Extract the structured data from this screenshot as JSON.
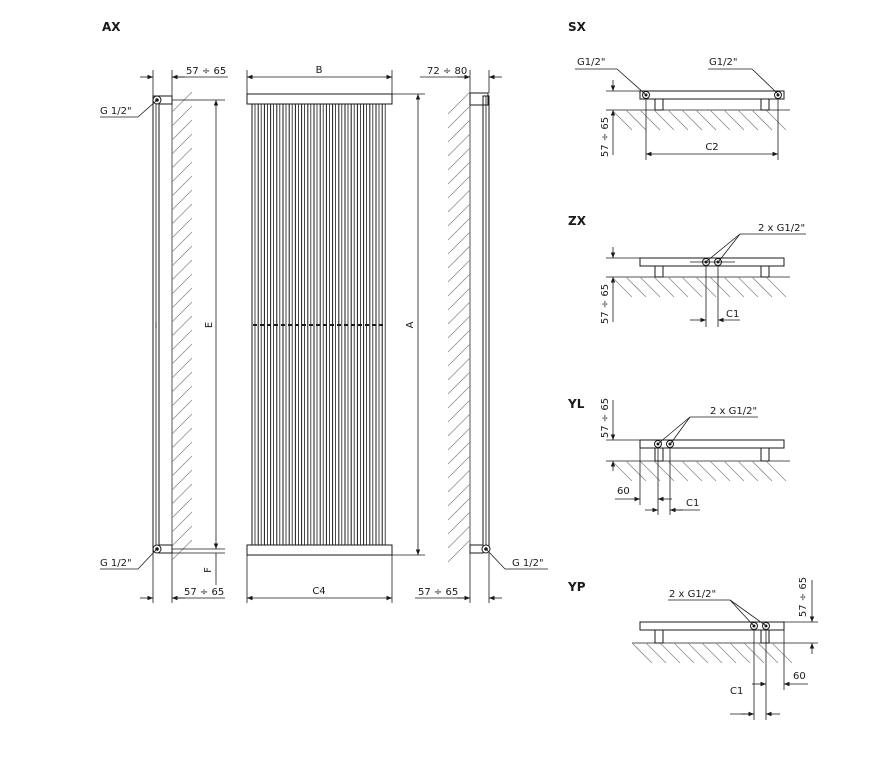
{
  "views": {
    "ax": {
      "title": "AX",
      "g_top": "G 1/2\"",
      "g_bottom_left": "G 1/2\"",
      "g_bottom_right": "G 1/2\"",
      "dim_top_left": "57 ÷ 65",
      "dim_bottom_left": "57 ÷ 65",
      "dim_top_right": "72 ÷ 80",
      "dim_bottom_right": "57 ÷ 65",
      "dim_b": "B",
      "dim_c4": "C4",
      "dim_e": "E",
      "dim_a": "A",
      "dim_f": "F"
    },
    "sx": {
      "title": "SX",
      "g_left": "G1/2\"",
      "g_right": "G1/2\"",
      "dim_depth": "57 ÷ 65",
      "dim_c": "C2"
    },
    "zx": {
      "title": "ZX",
      "g": "2 x G1/2\"",
      "dim_depth": "57 ÷ 65",
      "dim_c": "C1"
    },
    "yl": {
      "title": "YL",
      "g": "2 x G1/2\"",
      "dim_depth": "57 ÷ 65",
      "dim_offset": "60",
      "dim_c": "C1"
    },
    "yp": {
      "title": "YP",
      "g": "2 x G1/2\"",
      "dim_depth": "57 ÷ 65",
      "dim_offset": "60",
      "dim_c": "C1"
    }
  }
}
